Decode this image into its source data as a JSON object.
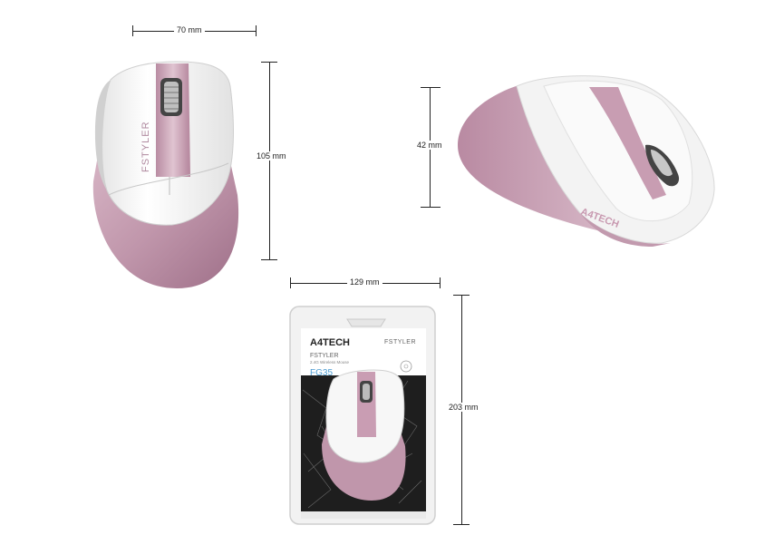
{
  "dimensions": {
    "top_width": "70 mm",
    "top_length": "105 mm",
    "side_height": "42 mm",
    "package_width": "129 mm",
    "package_height": "203 mm"
  },
  "product": {
    "series_logo_top": "FSTYLER",
    "brand_side": "A4TECH",
    "brand_package": "A4TECH",
    "series_logo_package": "FSTYLER",
    "package_series": "FSTYLER",
    "package_subtitle": "2.4G Wireless Mouse",
    "package_model": "FG35"
  },
  "colors": {
    "pink": "#c9a0b4",
    "pink_dark": "#a87891",
    "white_shell": "#f4f4f4",
    "package_dark": "#1e1e1e",
    "model_blue": "#4a9bd1"
  }
}
